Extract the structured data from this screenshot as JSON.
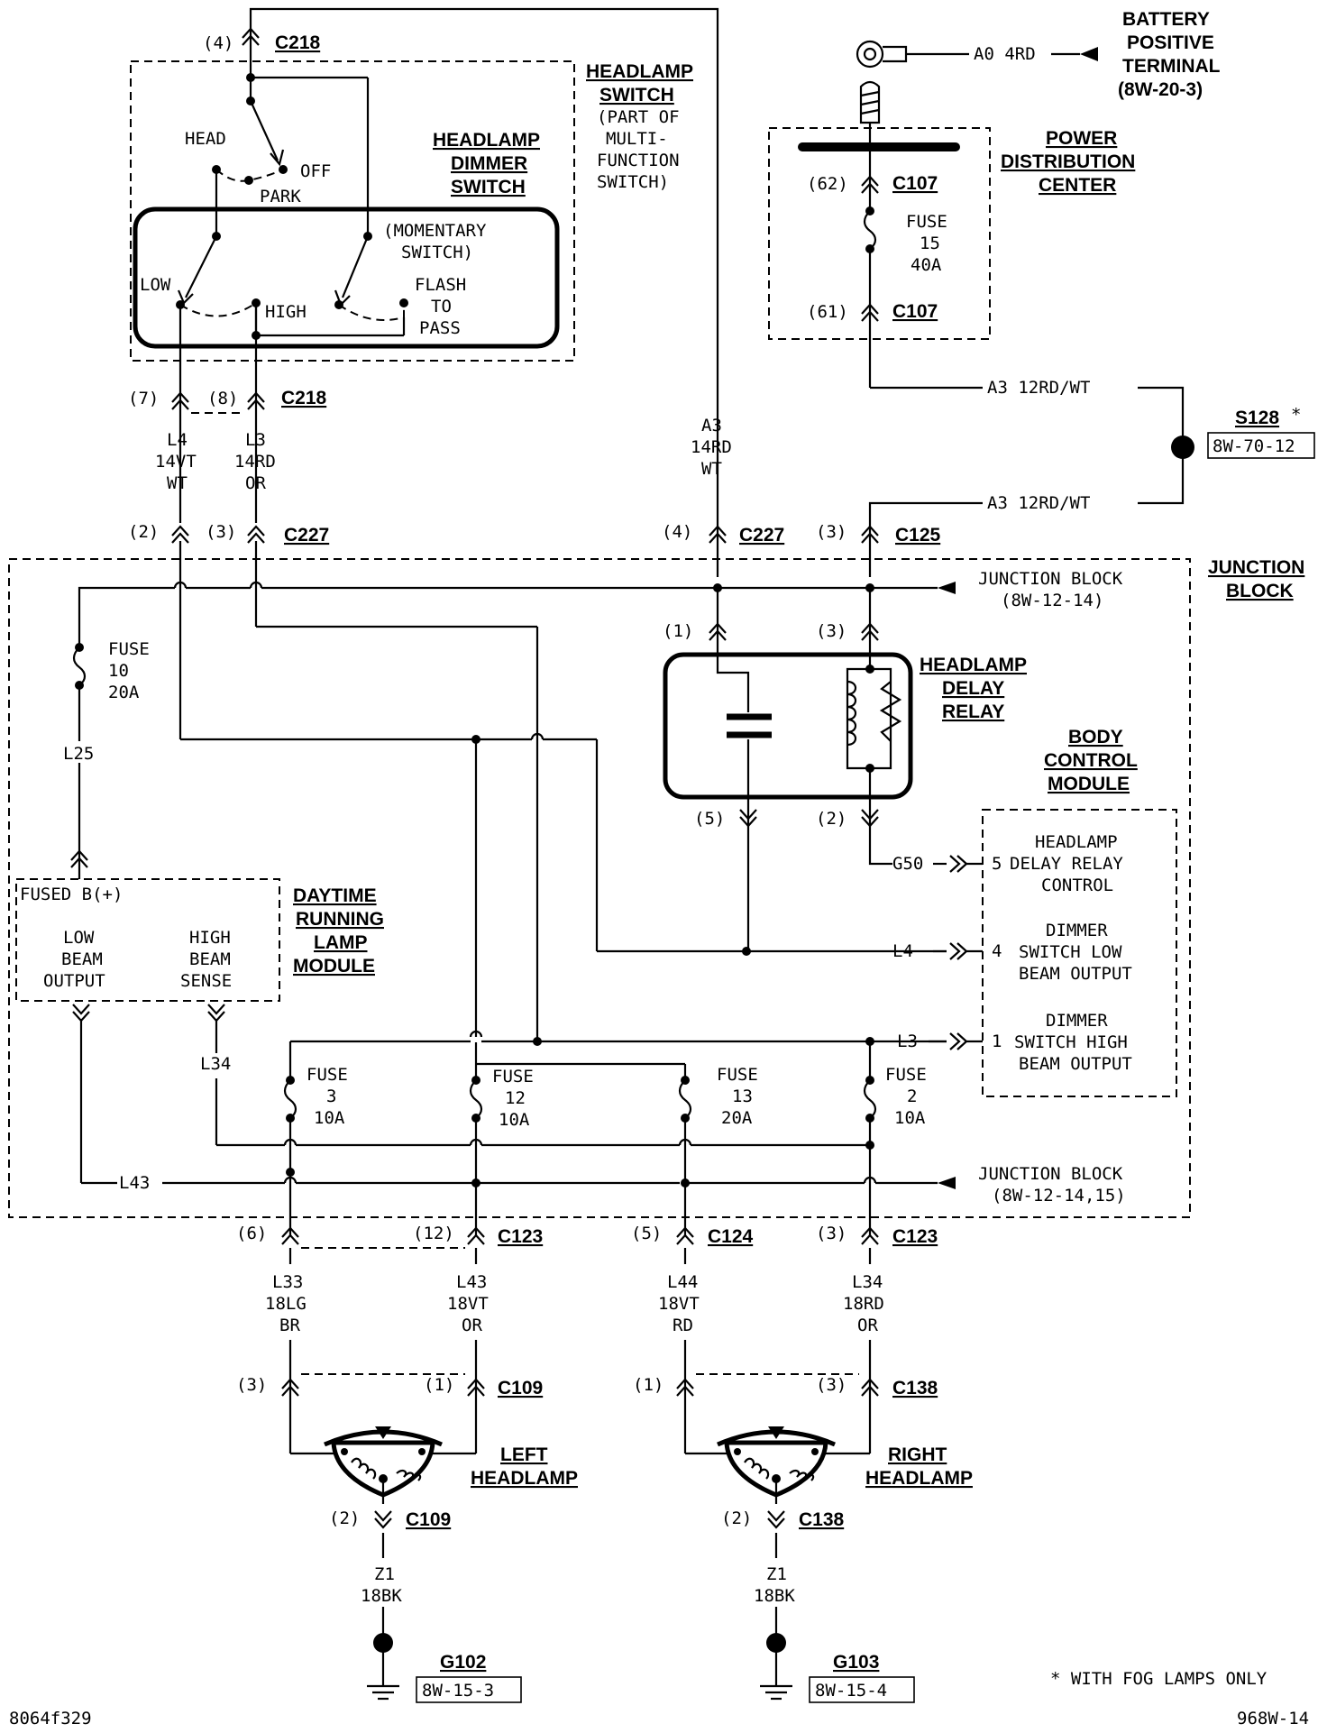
{
  "battery": {
    "title": [
      "BATTERY",
      "POSITIVE",
      "TERMINAL",
      "(8W-20-3)"
    ],
    "wire": "A0 4RD"
  },
  "pdc": {
    "title": [
      "POWER",
      "DISTRIBUTION",
      "CENTER"
    ],
    "c107": "C107",
    "pin62": "(62)",
    "pin61": "(61)",
    "fuse": [
      "FUSE",
      "15",
      "40A"
    ]
  },
  "s128": {
    "name": "S128",
    "star": "*",
    "ref": "8W-70-12"
  },
  "a3wire": "A3 12RD/WT",
  "c218": {
    "name": "C218",
    "pin4": "(4)",
    "pin7": "(7)",
    "pin8": "(8)"
  },
  "hlswitch": {
    "title": [
      "HEADLAMP",
      "SWITCH"
    ],
    "sub": [
      "(PART OF",
      "MULTI-",
      "FUNCTION",
      "SWITCH)"
    ],
    "head": "HEAD",
    "off": "OFF",
    "park": "PARK"
  },
  "dimmer": {
    "title": [
      "HEADLAMP",
      "DIMMER",
      "SWITCH"
    ],
    "momentary": [
      "(MOMENTARY",
      "SWITCH)"
    ],
    "low": "LOW",
    "high": "HIGH",
    "flash": [
      "FLASH",
      "TO",
      "PASS"
    ]
  },
  "wires": {
    "l4": [
      "L4",
      "14VT",
      "WT"
    ],
    "l3": [
      "L3",
      "14RD",
      "OR"
    ],
    "a3": [
      "A3",
      "14RD",
      "WT"
    ],
    "l33": [
      "L33",
      "18LG",
      "BR"
    ],
    "l43": [
      "L43",
      "18VT",
      "OR"
    ],
    "l44": [
      "L44",
      "18VT",
      "RD"
    ],
    "l34": [
      "L34",
      "18RD",
      "OR"
    ],
    "z1l": [
      "Z1",
      "18BK"
    ],
    "z1r": [
      "Z1",
      "18BK"
    ]
  },
  "c227": {
    "name": "C227",
    "pin2": "(2)",
    "pin3": "(3)",
    "pin4": "(4)"
  },
  "c125": {
    "name": "C125",
    "pin3": "(3)"
  },
  "junction": {
    "title": [
      "JUNCTION",
      "BLOCK"
    ],
    "ref1": [
      "JUNCTION BLOCK",
      "(8W-12-14)"
    ],
    "ref2": [
      "JUNCTION BLOCK",
      "(8W-12-14,15)"
    ]
  },
  "fuse10": [
    "FUSE",
    "10",
    "20A"
  ],
  "l25": "L25",
  "relay": {
    "title": [
      "HEADLAMP",
      "DELAY",
      "RELAY"
    ],
    "p1": "(1)",
    "p3": "(3)",
    "p5": "(5)",
    "p2": "(2)"
  },
  "bcm": {
    "title": [
      "BODY",
      "CONTROL",
      "MODULE"
    ],
    "pins": [
      {
        "wire": "G50",
        "num": "5",
        "text": [
          "HEADLAMP",
          "DELAY RELAY",
          "CONTROL"
        ]
      },
      {
        "wire": "L4",
        "num": "4",
        "text": [
          "DIMMER",
          "SWITCH LOW",
          "BEAM OUTPUT"
        ]
      },
      {
        "wire": "L3",
        "num": "1",
        "text": [
          "DIMMER",
          "SWITCH HIGH",
          "BEAM OUTPUT"
        ]
      }
    ]
  },
  "drl": {
    "title": [
      "DAYTIME",
      "RUNNING",
      "LAMP",
      "MODULE"
    ],
    "fused": "FUSED B(+)",
    "low": [
      "LOW",
      "BEAM",
      "OUTPUT"
    ],
    "high": [
      "HIGH",
      "BEAM",
      "SENSE"
    ],
    "l34": "L34",
    "l43": "L43"
  },
  "fuses": [
    {
      "label": [
        "FUSE",
        "3",
        "10A"
      ]
    },
    {
      "label": [
        "FUSE",
        "12",
        "10A"
      ]
    },
    {
      "label": [
        "FUSE",
        "13",
        "20A"
      ]
    },
    {
      "label": [
        "FUSE",
        "2",
        "10A"
      ]
    }
  ],
  "c123": {
    "name": "C123",
    "pin6": "(6)",
    "pin12": "(12)",
    "pin3": "(3)"
  },
  "c124": {
    "name": "C124",
    "pin5": "(5)"
  },
  "c109": {
    "name": "C109",
    "pin3": "(3)",
    "pin1": "(1)",
    "pin2": "(2)"
  },
  "c138": {
    "name": "C138",
    "pin1": "(1)",
    "pin3": "(3)",
    "pin2": "(2)"
  },
  "lhl": {
    "title": [
      "LEFT",
      "HEADLAMP"
    ]
  },
  "rhl": {
    "title": [
      "RIGHT",
      "HEADLAMP"
    ]
  },
  "g102": {
    "name": "G102",
    "ref": "8W-15-3"
  },
  "g103": {
    "name": "G103",
    "ref": "8W-15-4"
  },
  "footnote": "* WITH FOG LAMPS ONLY",
  "code_left": "8064f329",
  "code_right": "968W-14"
}
